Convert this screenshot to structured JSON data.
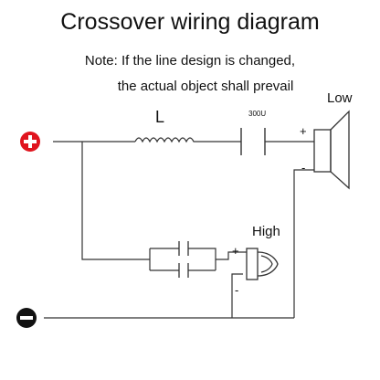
{
  "title": "Crossover wiring diagram",
  "note_line1": "Note: If the line design is changed,",
  "note_line2": "the actual object shall prevail",
  "labels": {
    "inductor": "L",
    "capacitor": "300U",
    "woofer": "Low",
    "tweeter": "High",
    "woofer_plus": "+",
    "woofer_minus": "-",
    "tweeter_plus": "+",
    "tweeter_minus": "-"
  },
  "colors": {
    "positive_terminal": "#e0141e",
    "negative_terminal": "#111111",
    "wire": "#333333"
  },
  "icons": {
    "positive": "plus-circle-icon",
    "negative": "minus-circle-icon"
  }
}
